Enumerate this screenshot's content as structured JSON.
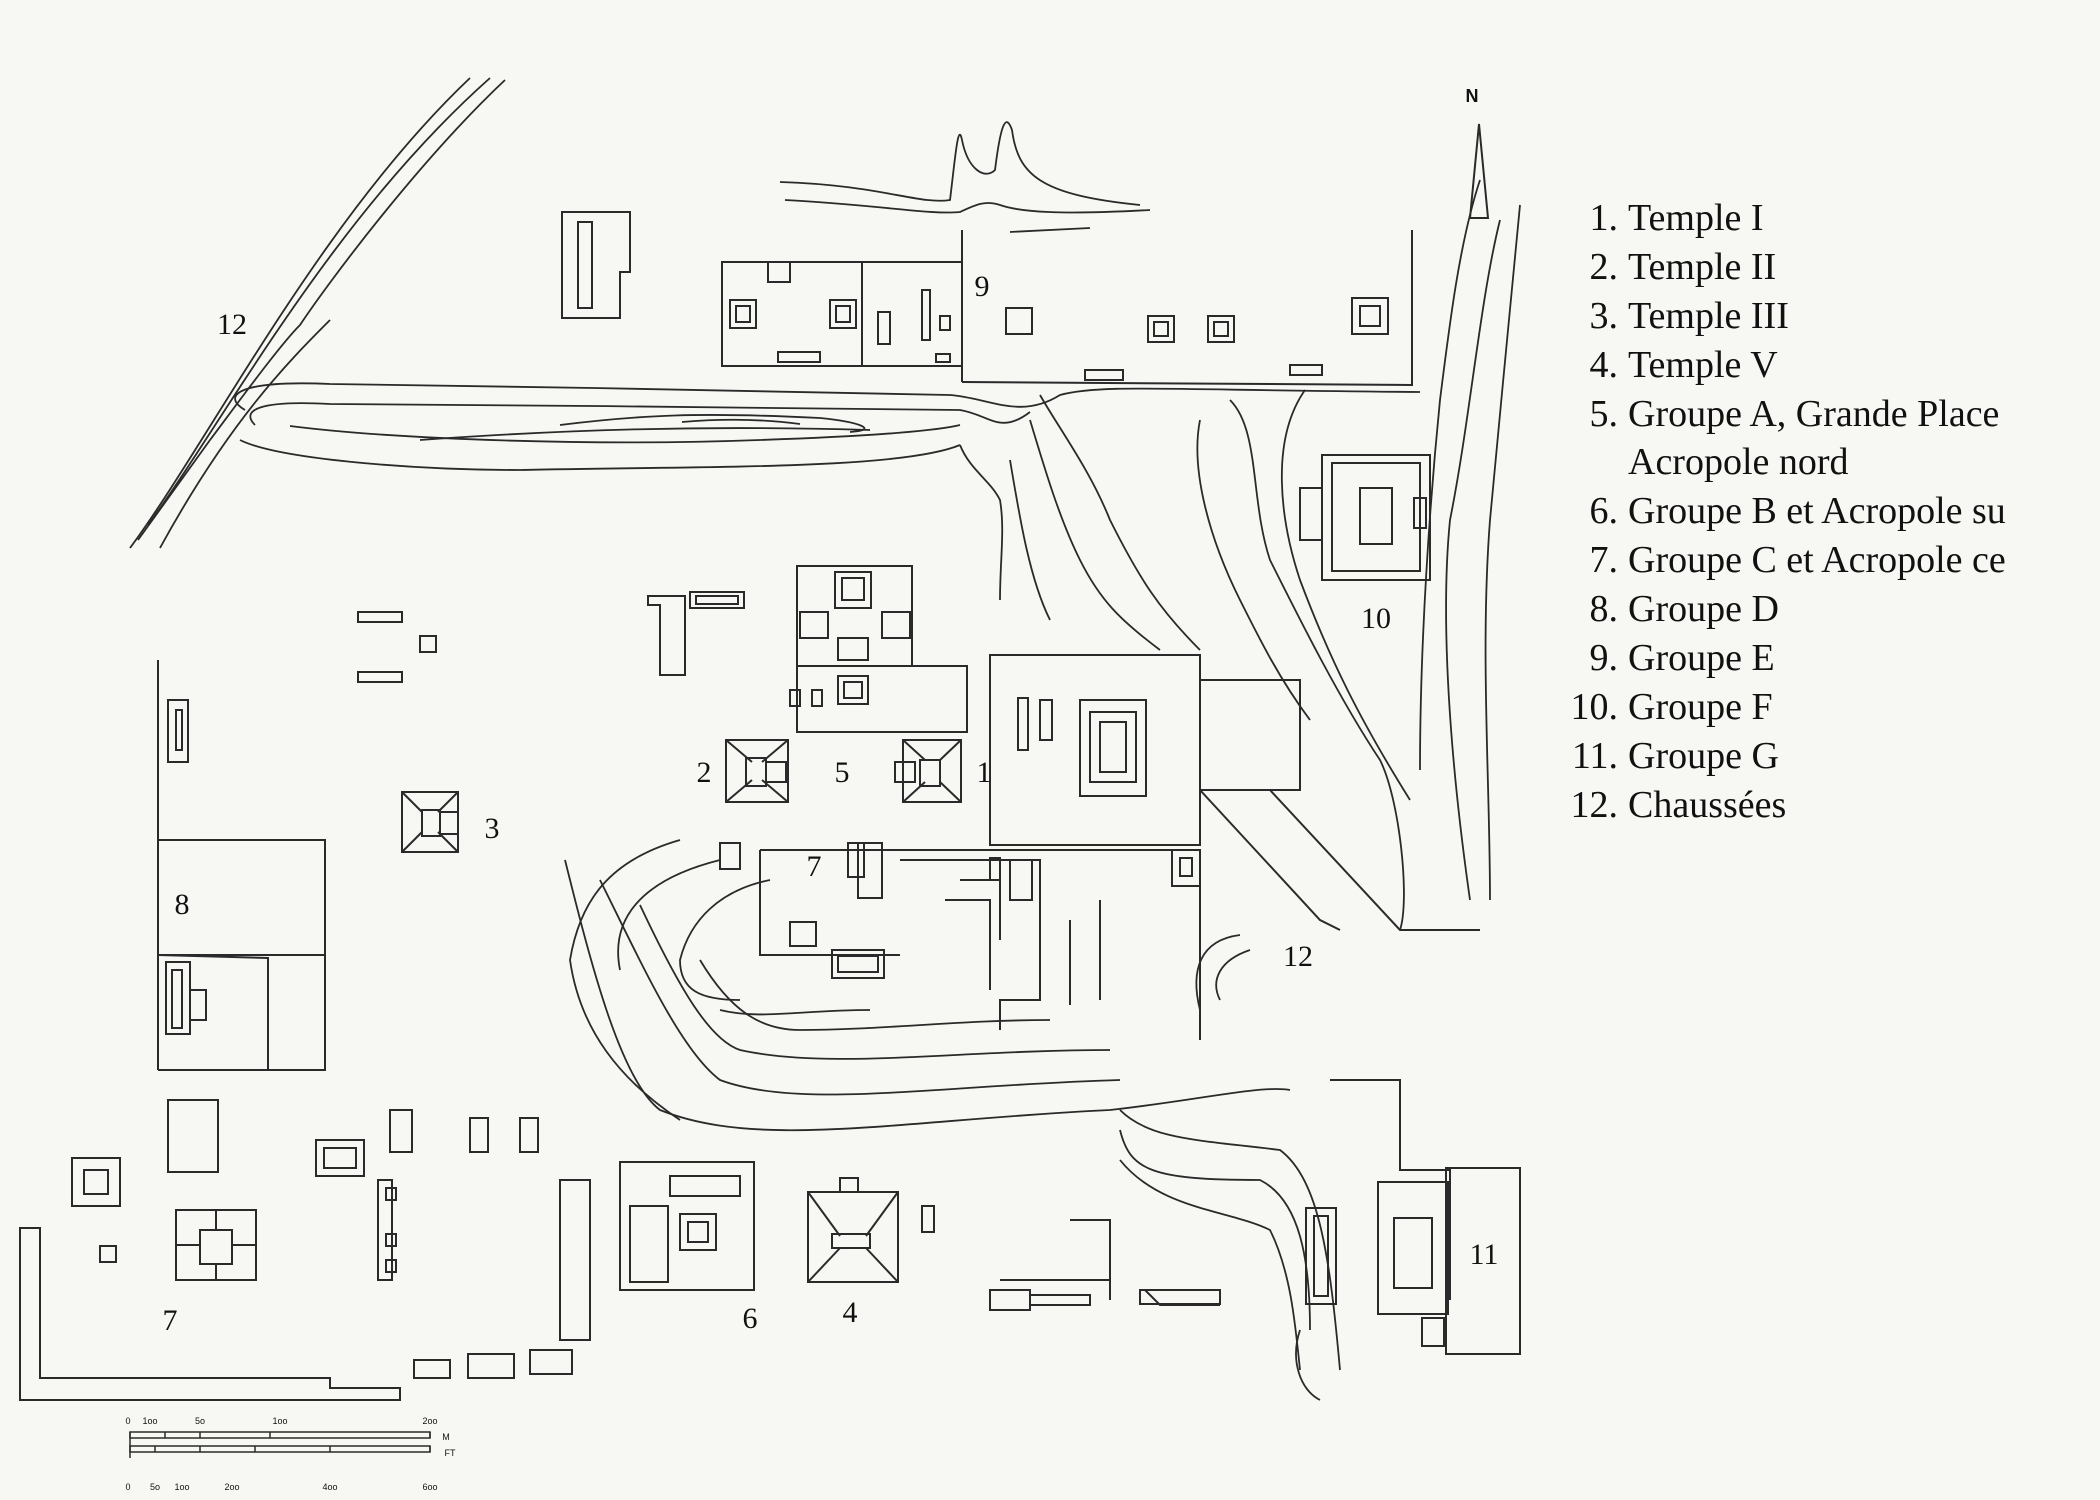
{
  "north_label": "N",
  "legend": [
    {
      "num": "1.",
      "text": "Temple I"
    },
    {
      "num": "2.",
      "text": "Temple II"
    },
    {
      "num": "3.",
      "text": "Temple III"
    },
    {
      "num": "4.",
      "text": "Temple V"
    },
    {
      "num": "5.",
      "text": "Groupe A, Grande Place"
    },
    {
      "num": "",
      "text": "Acropole nord"
    },
    {
      "num": "6.",
      "text": "Groupe B et Acropole su"
    },
    {
      "num": "7.",
      "text": "Groupe C et Acropole ce"
    },
    {
      "num": "8.",
      "text": "Groupe D"
    },
    {
      "num": "9.",
      "text": "Groupe E"
    },
    {
      "num": "10.",
      "text": "Groupe F"
    },
    {
      "num": "11.",
      "text": "Groupe G"
    },
    {
      "num": "12.",
      "text": "Chaussées"
    }
  ],
  "map_labels": {
    "causeway_nw": "12",
    "group_e": "9",
    "group_f": "10",
    "temple_ii": "2",
    "plaza": "5",
    "temple_i": "1",
    "temple_iii": "3",
    "acropolis_c": "7",
    "group_d": "8",
    "causeway_e": "12",
    "group_c": "7",
    "group_b": "6",
    "temple_v": "4",
    "group_g": "11"
  },
  "scale_bar": {
    "meter_ticks": [
      "0",
      "1oo",
      "5o",
      "1oo",
      "2oo"
    ],
    "meter_unit": "M",
    "feet_ticks": [
      "0",
      "5o",
      "1oo",
      "2oo",
      "4oo",
      "6oo"
    ],
    "feet_unit": "FT"
  }
}
